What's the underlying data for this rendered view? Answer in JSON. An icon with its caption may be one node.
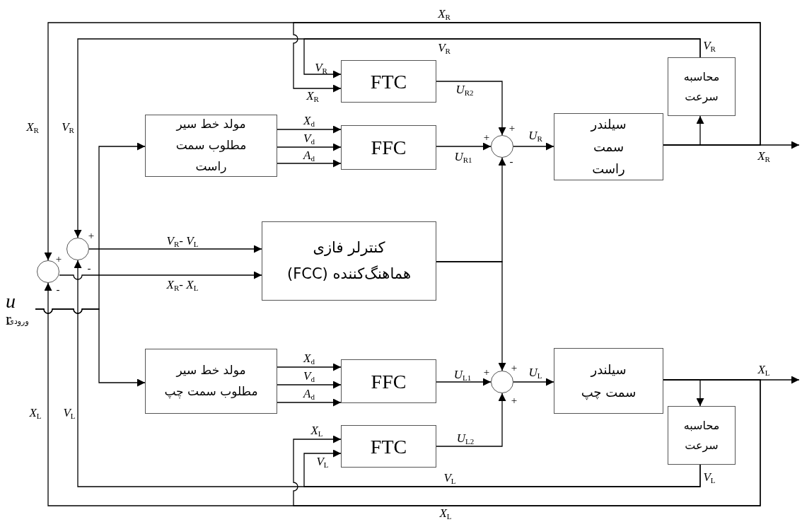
{
  "diagram": {
    "nodes": [
      {
        "text": [
          "FTC"
        ]
      },
      {
        "text": [
          "مولد خط سیر مطلوب سمت راست"
        ]
      },
      {
        "text": [
          "FFC"
        ]
      },
      {
        "text": [],
        "shape": "circle"
      },
      {
        "text": [
          "سیلندر سمت راست"
        ]
      },
      {
        "text": [
          "محاسبه سرعت"
        ]
      },
      {
        "text": [],
        "shape": "circle"
      },
      {
        "text": [],
        "shape": "circle"
      },
      {
        "text": [
          "کنترلر فازی هماهنگ‌کننده (FCC)"
        ]
      },
      {
        "text": [
          "*u*$_{r}$"
        ],
        "beside": [
          "ورودی"
        ]
      },
      {
        "text": [
          "مولد خط سیر مطلوب سمت چپ"
        ]
      },
      {
        "text": [
          "FFC"
        ]
      },
      {
        "text": [],
        "shape": "circle"
      },
      {
        "text": [
          "سیلندر سمت چپ"
        ]
      },
      {
        "text": [
          "محاسبه سرعت"
        ]
      },
      {
        "text": [
          "FTC"
        ]
      }
    ],
    "edges": [
      {
        "from": 9,
        "to": 1,
        "arrow": "to"
      },
      {
        "from": 9,
        "to": 10,
        "arrow": "to"
      },
      {
        "from": 1,
        "to": 2,
        "arrow": "to",
        "label": "*X*$_{d}$"
      },
      {
        "from": 1,
        "to": 2,
        "arrow": "to",
        "label": "*V*$_{d}$"
      },
      {
        "from": 1,
        "to": 2,
        "arrow": "to",
        "label": "*A*$_{d}$"
      },
      {
        "from": 10,
        "to": 11,
        "arrow": "to",
        "label": "*X*$_{d}$"
      },
      {
        "from": 10,
        "to": 11,
        "arrow": "to",
        "label": "*V*$_{d}$"
      },
      {
        "from": 10,
        "to": 11,
        "arrow": "to",
        "label": "*A*$_{d}$"
      },
      {
        "from": 2,
        "to": 3,
        "arrow": "to",
        "label": "*U*$_{R1}$"
      },
      {
        "from": 0,
        "to": 3,
        "arrow": "to",
        "label": "*U*$_{R2}$"
      },
      {
        "from": 3,
        "to": 4,
        "arrow": "to",
        "label": "*U*$_{R}$"
      },
      {
        "from": 4,
        "to": null,
        "arrow": "to",
        "label": "*X*$_{R}$"
      },
      {
        "from": 4,
        "to": 5,
        "arrow": "to"
      },
      {
        "from": 5,
        "to": 6,
        "arrow": "to",
        "label": "*V*$_{R}$"
      },
      {
        "from": 5,
        "to": 0,
        "arrow": "to",
        "label": "*V*$_{R}$"
      },
      {
        "from": 4,
        "to": 7,
        "arrow": "to",
        "label": "*X*$_{R}$"
      },
      {
        "from": 4,
        "to": 0,
        "arrow": "to",
        "label": "*X*$_{R}$"
      },
      {
        "from": 6,
        "to": 8,
        "arrow": "to",
        "label": "*V*$_{R}$- *V*$_{L}$"
      },
      {
        "from": 7,
        "to": 8,
        "arrow": "to",
        "label": "*X*$_{R}$- *X*$_{L}$"
      },
      {
        "from": 8,
        "to": 3,
        "arrow": "to"
      },
      {
        "from": 8,
        "to": 12,
        "arrow": "to"
      },
      {
        "from": 11,
        "to": 12,
        "arrow": "to",
        "label": "*U*$_{L1}$"
      },
      {
        "from": 15,
        "to": 12,
        "arrow": "to",
        "label": "*U*$_{L2}$"
      },
      {
        "from": 12,
        "to": 13,
        "arrow": "to",
        "label": "*U*$_{L}$"
      },
      {
        "from": 13,
        "to": null,
        "arrow": "to",
        "label": "*X*$_{L}$"
      },
      {
        "from": 13,
        "to": 14,
        "arrow": "to"
      },
      {
        "from": 14,
        "to": 6,
        "arrow": "to",
        "label": "*V*$_{L}$"
      },
      {
        "from": 14,
        "to": 15,
        "arrow": "to",
        "label": "*V*$_{L}$"
      },
      {
        "from": 13,
        "to": 7,
        "arrow": "to",
        "label": "*X*$_{L}$"
      },
      {
        "from": 13,
        "to": 15,
        "arrow": "to",
        "label": "*X*$_{L}$"
      }
    ],
    "labels": [
      "*V*$_{R}$",
      "*X*$_{R}$",
      "*V*$_{R}$",
      "+",
      "+",
      "-",
      "+",
      "+",
      "-",
      "-",
      "+",
      "+",
      "+",
      "*X*$_{L}$",
      "*V*$_{L}$",
      "*V*$_{L}$"
    ]
  }
}
